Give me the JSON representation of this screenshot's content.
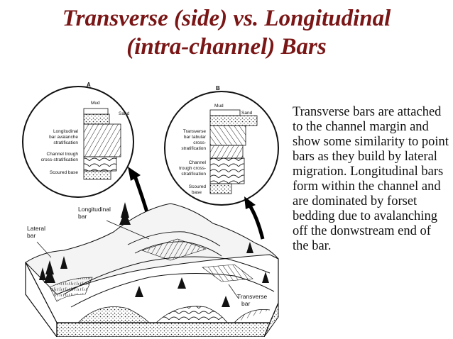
{
  "slide": {
    "title_line1": "Transverse (side) vs. Longitudinal",
    "title_line2": "(intra-channel) Bars",
    "body_text": "Transverse bars are attached to the channel margin and show some similarity to point bars as they build by lateral migration.  Longitudinal bars form within the channel and are dominated by forset bedding due to avalanching off the donwstream end of the bar."
  },
  "figure": {
    "panel_a_letter": "A",
    "panel_b_letter": "B",
    "panel_a_labels": {
      "mud": "Mud",
      "sand": "Sand",
      "longitudinal_1": "Longitudinal",
      "longitudinal_2": "bar avalanche",
      "longitudinal_3": "stratification",
      "trough_1": "Channel trough",
      "trough_2": "cross-stratification",
      "scoured": "Scoured base"
    },
    "panel_b_labels": {
      "mud": "Mud",
      "sand": "Sand",
      "transverse_1": "Transverse",
      "transverse_2": "bar tabular",
      "transverse_3": "cross-",
      "transverse_4": "stratification",
      "trough_1": "Channel",
      "trough_2": "trough cross-",
      "trough_3": "stratification",
      "scoured_1": "Scoured",
      "scoured_2": "base"
    },
    "block_labels": {
      "longitudinal_1": "Longitudinal",
      "longitudinal_2": "bar",
      "lateral_1": "Lateral",
      "lateral_2": "bar",
      "transverse_1": "Transverse",
      "transverse_2": "bar"
    }
  }
}
